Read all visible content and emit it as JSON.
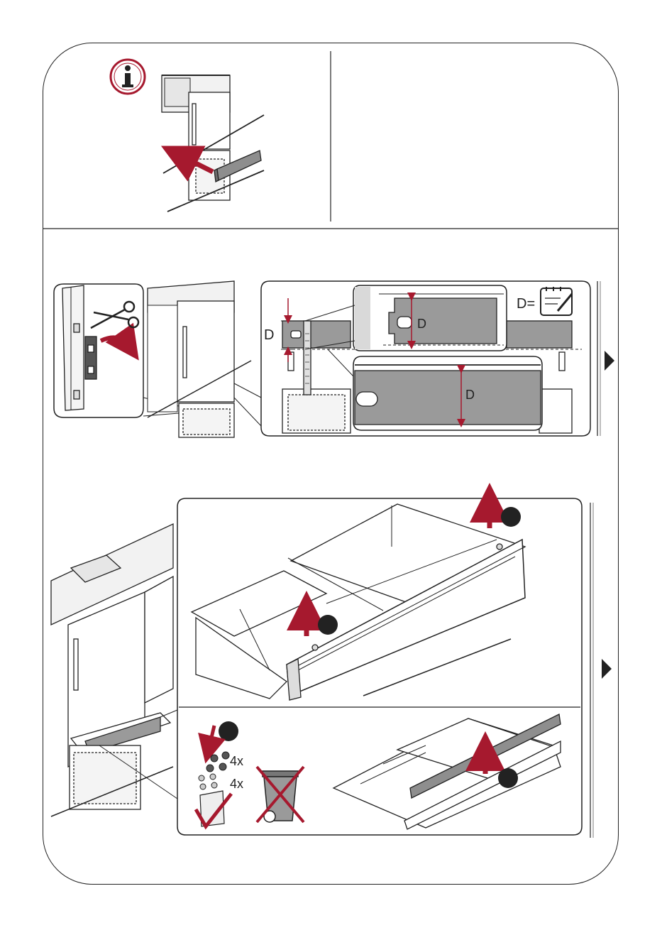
{
  "colors": {
    "accent": "#a6192e",
    "line": "#222222",
    "panel_gray": "#9a9a9a",
    "light_gray": "#d9d9d9"
  },
  "icons": {
    "info": "info-icon",
    "scissors": "scissors-icon",
    "notepad": "notepad-pencil-icon",
    "next": "play-arrow-icon",
    "bin": "crossed-out-bin-icon",
    "check": "check-mark-icon"
  },
  "section2": {
    "dim_label": "D",
    "zoom_top_label": "D",
    "zoom_bottom_label": "D",
    "note_label": "D="
  },
  "section3": {
    "qty_nuts": "4x",
    "qty_washers": "4x"
  }
}
